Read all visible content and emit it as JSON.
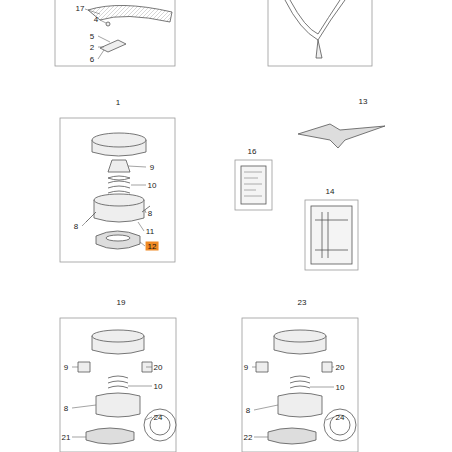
{
  "diagram": {
    "labels": [
      "17",
      "4",
      "5",
      "2",
      "6",
      "1",
      "9",
      "10",
      "8",
      "8",
      "11",
      "12",
      "13",
      "16",
      "14",
      "19",
      "9",
      "20",
      "10",
      "8",
      "24",
      "21",
      "23",
      "9",
      "20",
      "10",
      "8",
      "24",
      "22"
    ]
  }
}
